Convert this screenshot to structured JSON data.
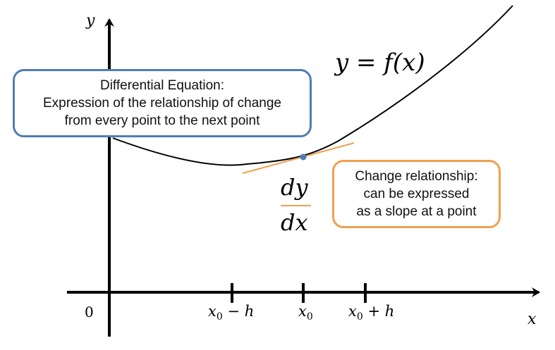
{
  "axes": {
    "y_label": "y",
    "x_label": "x",
    "origin_label": "0",
    "ticks": [
      "x0 − h",
      "x0",
      "x0 + h"
    ]
  },
  "curve_label": "y = f(x)",
  "derivative": {
    "numerator": "dy",
    "denominator": "dx"
  },
  "de_box": {
    "lines": [
      "Differential Equation:",
      "Expression of the relationship of change",
      "from every point to the next point"
    ]
  },
  "cr_box": {
    "lines": [
      "Change relationship:",
      "can be expressed",
      "as a slope at a point"
    ]
  },
  "colors": {
    "blue_box": "#4f7db3",
    "orange": "#f0a050",
    "point": "#4f7db3",
    "axis": "#000000"
  }
}
